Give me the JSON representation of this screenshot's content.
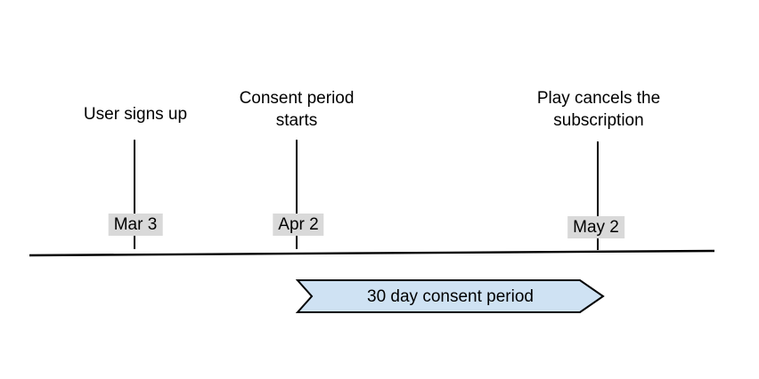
{
  "diagram": {
    "events": [
      {
        "label": "User signs up",
        "date": "Mar 3"
      },
      {
        "label": "Consent period starts",
        "date": "Apr 2"
      },
      {
        "label": "Play cancels the subscription",
        "date": "May 2"
      }
    ],
    "ribbon": {
      "label": "30 day consent period",
      "fill": "#cfe2f3",
      "border": "#000000"
    },
    "colors": {
      "date_chip_bg": "#d9d9d9",
      "line": "#000000",
      "text": "#000000",
      "background": "#ffffff"
    }
  }
}
